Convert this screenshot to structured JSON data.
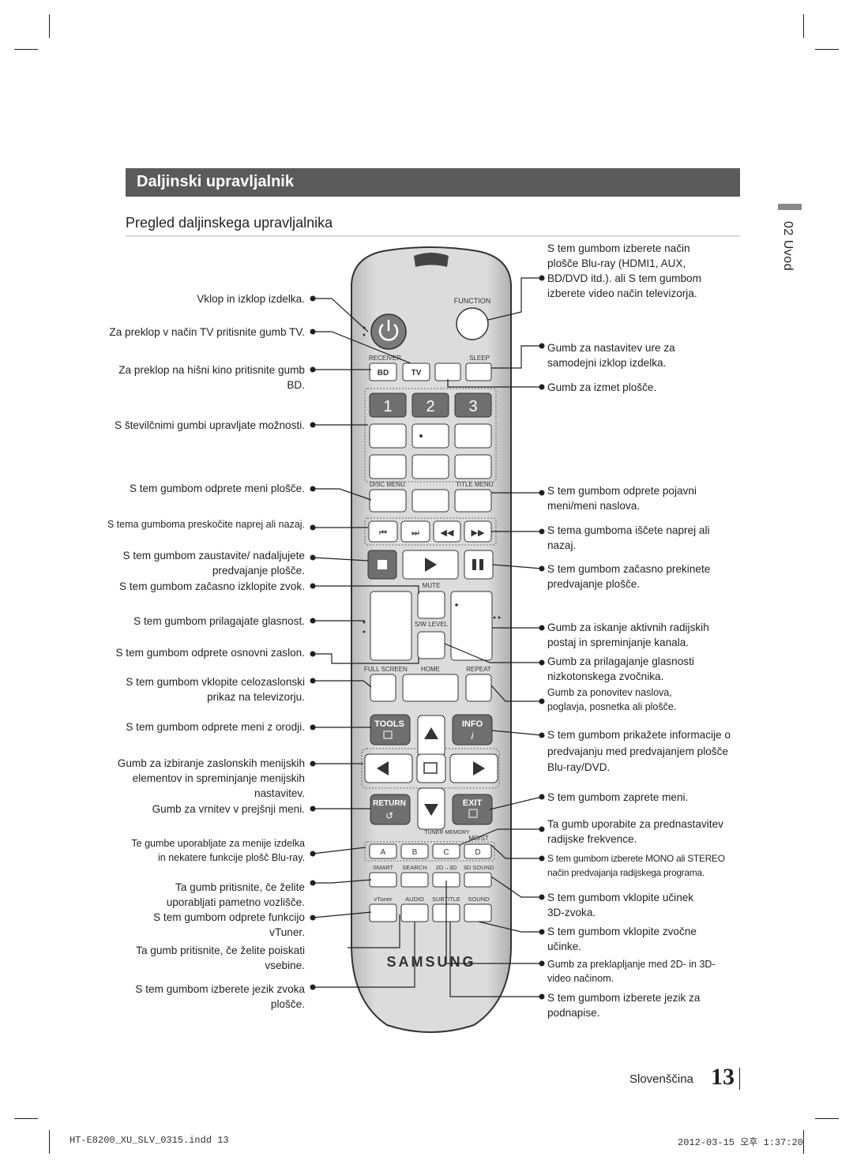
{
  "header": {
    "section_title": "Daljinski upravljalnik",
    "subtitle": "Pregled daljinskega upravljalnika",
    "chapter": "02  Uvod"
  },
  "remote": {
    "function": "FUNCTION",
    "receiver": "RECEIVER",
    "sleep": "SLEEP",
    "bd": "BD",
    "tv": "TV",
    "num1": "1",
    "num2": "2",
    "num3": "3",
    "disc_menu": "DISC MENU",
    "title_menu": "TITLE MENU",
    "mute": "MUTE",
    "sw_level": "S/W LEVEL",
    "full_screen": "FULL SCREEN",
    "home": "HOME",
    "repeat": "REPEAT",
    "tools": "TOOLS",
    "info": "INFO",
    "info_i": "i",
    "return": "RETURN",
    "exit": "EXIT",
    "tuner_memory": "TUNER MEMORY",
    "mo_st": "MO/ST",
    "a": "A",
    "b": "B",
    "c": "C",
    "d": "D",
    "smart": "SMART",
    "search": "SEARCH",
    "2d3d": "2D→3D",
    "3dsound": "3D SOUND",
    "vtuner": "vTuner",
    "audio": "AUDIO",
    "subtitle": "SUBTITLE",
    "sound": "SOUND",
    "brand": "SAMSUNG"
  },
  "left_labels": [
    "Vklop in izklop izdelka.",
    "Za preklop v način TV pritisnite gumb TV.",
    "Za preklop na hišni kino pritisnite gumb BD.",
    "S številčnimi gumbi upravljate možnosti.",
    "S tem gumbom odprete meni plošče.",
    "S tema gumboma preskočite naprej ali nazaj.",
    "S tem gumbom zaustavite/ nadaljujete predvajanje plošče.",
    "S tem gumbom začasno izklopite zvok.",
    "S tem gumbom prilagajate glasnost.",
    "S tem gumbom odprete osnovni zaslon.",
    "S tem gumbom vklopite celozaslonski prikaz na televizorju.",
    "S tem gumbom odprete meni z orodji.",
    "Gumb za izbiranje zaslonskih menijskih elementov in spreminjanje menijskih nastavitev.",
    "Gumb za vrnitev v prejšnji meni.",
    "Te gumbe uporabljate za menije izdelka in nekatere funkcije plošč Blu-ray.",
    "Ta gumb pritisnite, če želite uporabljati pametno vozlišče.",
    "S tem gumbom odprete funkcijo vTuner.",
    "Ta gumb pritisnite, če želite poiskati vsebine.",
    "S tem gumbom izberete jezik zvoka plošče."
  ],
  "right_labels": [
    "S tem gumbom izberete način plošče Blu-ray (HDMI1, AUX, BD/DVD itd.). ali S tem gumbom izberete video način televizorja.",
    "Gumb za nastavitev ure za samodejni izklop izdelka.",
    "Gumb za izmet plošče.",
    "S tem gumbom odprete pojavni meni/meni naslova.",
    "S tema gumboma iščete naprej ali nazaj.",
    "S tem gumbom začasno prekinete predvajanje plošče.",
    "Gumb za iskanje aktivnih radijskih postaj in spreminjanje kanala.",
    "Gumb za prilagajanje glasnosti nizkotonskega zvočnika.",
    "Gumb za ponovitev naslova, poglavja, posnetka ali plošče.",
    "S tem gumbom prikažete informacije o predvajanju med predvajanjem plošče Blu-ray/DVD.",
    "S tem gumbom zaprete meni.",
    "Ta gumb uporabite za prednastavitev radijske frekvence.",
    "S tem gumbom izberete MONO ali STEREO način predvajanja radijskega programa.",
    "S tem gumbom vklopite učinek 3D-zvoka.",
    "S tem gumbom vklopite zvočne učinke.",
    "Gumb za preklapljanje med 2D- in 3D-video načinom.",
    "S tem gumbom izberete jezik za podnapise."
  ],
  "footer": {
    "language": "Slovenščina",
    "page_number": "13",
    "slug_left": "HT-E8200_XU_SLV_0315.indd   13",
    "slug_right": "2012-03-15   오후 1:37:20"
  }
}
